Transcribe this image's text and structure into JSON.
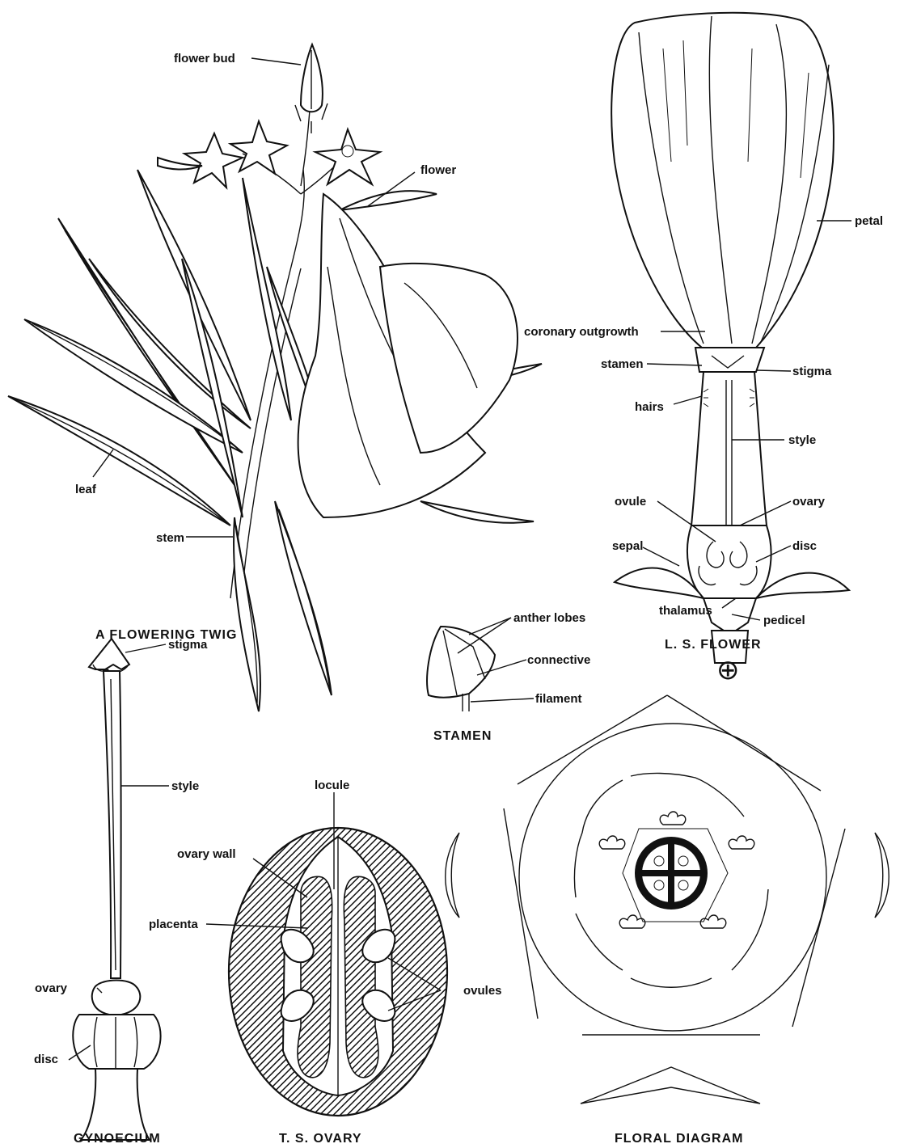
{
  "colors": {
    "ink": "#111111",
    "paper": "#ffffff"
  },
  "labels": {
    "flower_bud": "flower bud",
    "flower": "flower",
    "leaf": "leaf",
    "stem": "stem",
    "petal": "petal",
    "coronary_outgrowth": "coronary outgrowth",
    "stamen": "stamen",
    "stigma": "stigma",
    "hairs": "hairs",
    "style": "style",
    "ovule": "ovule",
    "ovary": "ovary",
    "sepal": "sepal",
    "disc": "disc",
    "thalamus": "thalamus",
    "pedicel": "pedicel",
    "anther_lobes": "anther lobes",
    "connective": "connective",
    "filament": "filament",
    "gyn_stigma": "stigma",
    "gyn_style": "style",
    "gyn_ovary": "ovary",
    "gyn_disc": "disc",
    "locule": "locule",
    "ovary_wall": "ovary wall",
    "placenta": "placenta",
    "ovules": "ovules"
  },
  "captions": {
    "twig": "A FLOWERING TWIG",
    "ls_flower": "L. S. FLOWER",
    "stamen": "STAMEN",
    "gynoecium": "GYNOECIUM",
    "ts_ovary": "T. S. OVARY",
    "floral_diagram": "FLORAL DIAGRAM"
  },
  "symbols": {
    "actinomorphic": "⊕"
  }
}
